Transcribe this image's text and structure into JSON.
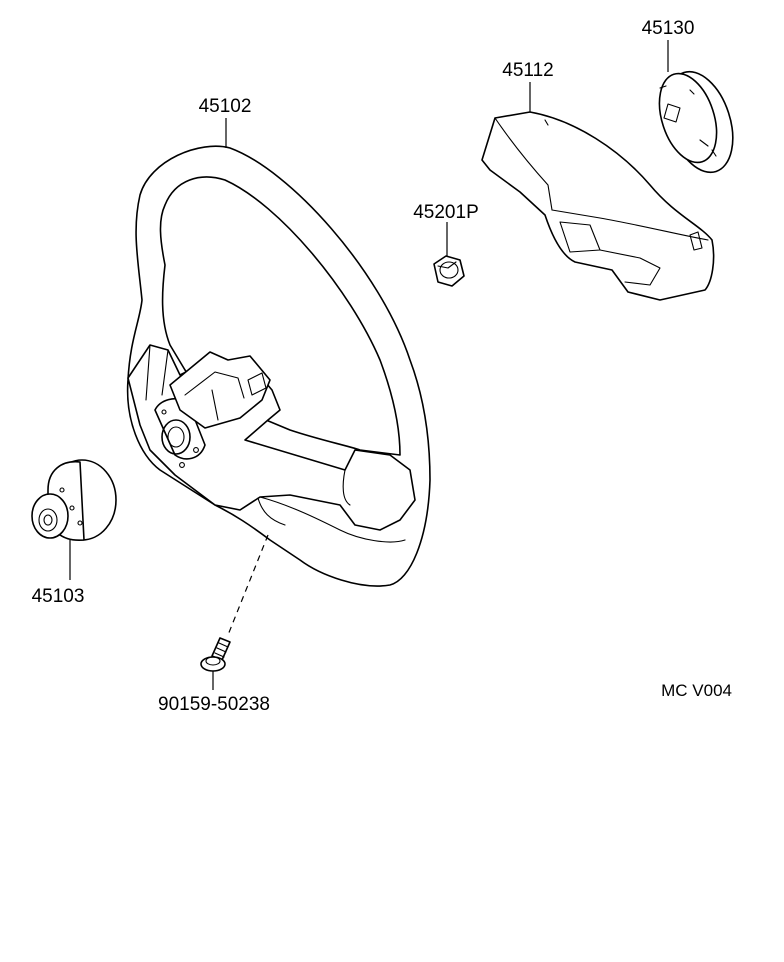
{
  "diagram": {
    "labels": {
      "steering_wheel": "45102",
      "pad_cover": "45112",
      "horn_button": "45130",
      "nut": "45201P",
      "hub": "45103",
      "screw": "90159-50238"
    },
    "figure_code": "MC V004",
    "colors": {
      "ink": "#000000",
      "paper": "#ffffff"
    }
  }
}
